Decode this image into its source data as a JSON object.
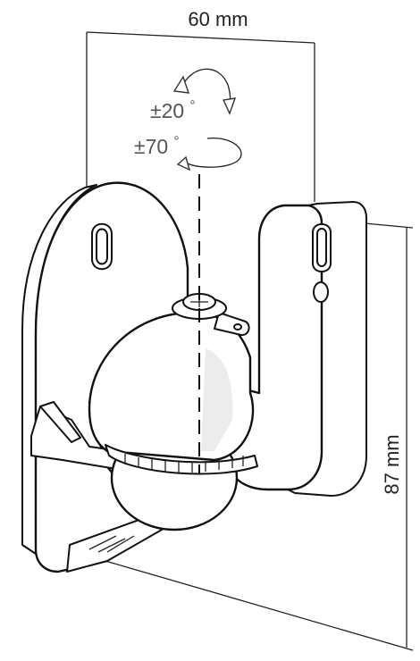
{
  "dimensions": {
    "width_label": "60 mm",
    "height_label": "87 mm"
  },
  "rotation": {
    "tilt_label": "±20°",
    "tilt_symbol": "±",
    "tilt_value": "20",
    "tilt_unit": "°",
    "swivel_label": "±70°",
    "swivel_symbol": "±",
    "swivel_value": "70",
    "swivel_unit": "°"
  },
  "colors": {
    "line": "#222222",
    "arrow_fill": "#ffffff",
    "dim_lines": "#333333"
  }
}
